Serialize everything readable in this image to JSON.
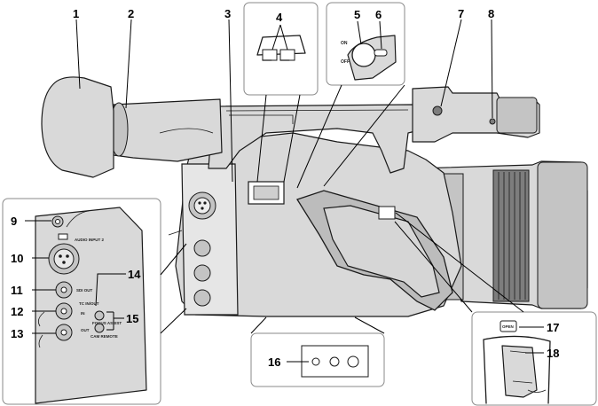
{
  "callouts": [
    "1",
    "2",
    "3",
    "4",
    "5",
    "6",
    "7",
    "8",
    "9",
    "10",
    "11",
    "12",
    "13",
    "14",
    "15",
    "16",
    "17",
    "18"
  ],
  "labels": {
    "switch_on": "ON",
    "switch_off": "OFF",
    "audio_input": "AUDIO INPUT 2",
    "sdi_out": "SDI OUT",
    "tc_in_out": "TC IN/OUT",
    "in": "IN",
    "out": "OUT",
    "focus_assist": "FOCUS ASSIST",
    "cam_remote": "CAM REMOTE",
    "open": "OPEN"
  }
}
